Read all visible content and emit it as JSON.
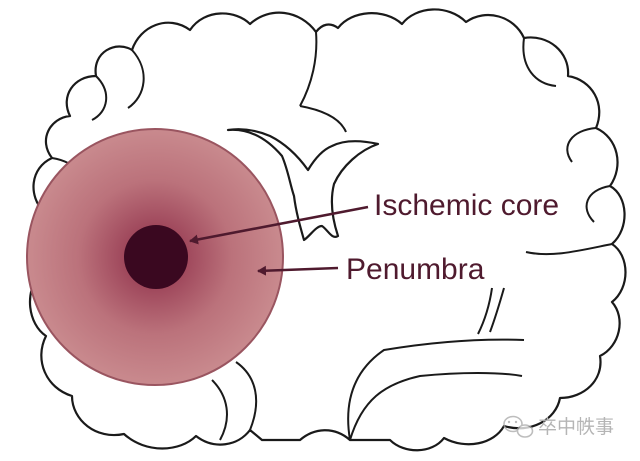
{
  "labels": {
    "ischemic_core": "Ischemic core",
    "penumbra": "Penumbra"
  },
  "watermark": {
    "text": "卒中帙事",
    "icon": "wechat-icon"
  },
  "colors": {
    "outline": "#1a1a1a",
    "penumbra_outer": "#c27d82",
    "penumbra_inner": "#a24c5f",
    "core": "#3a0820",
    "arrow_and_text": "#4f1a2e",
    "watermark": "#bbbbbb"
  }
}
